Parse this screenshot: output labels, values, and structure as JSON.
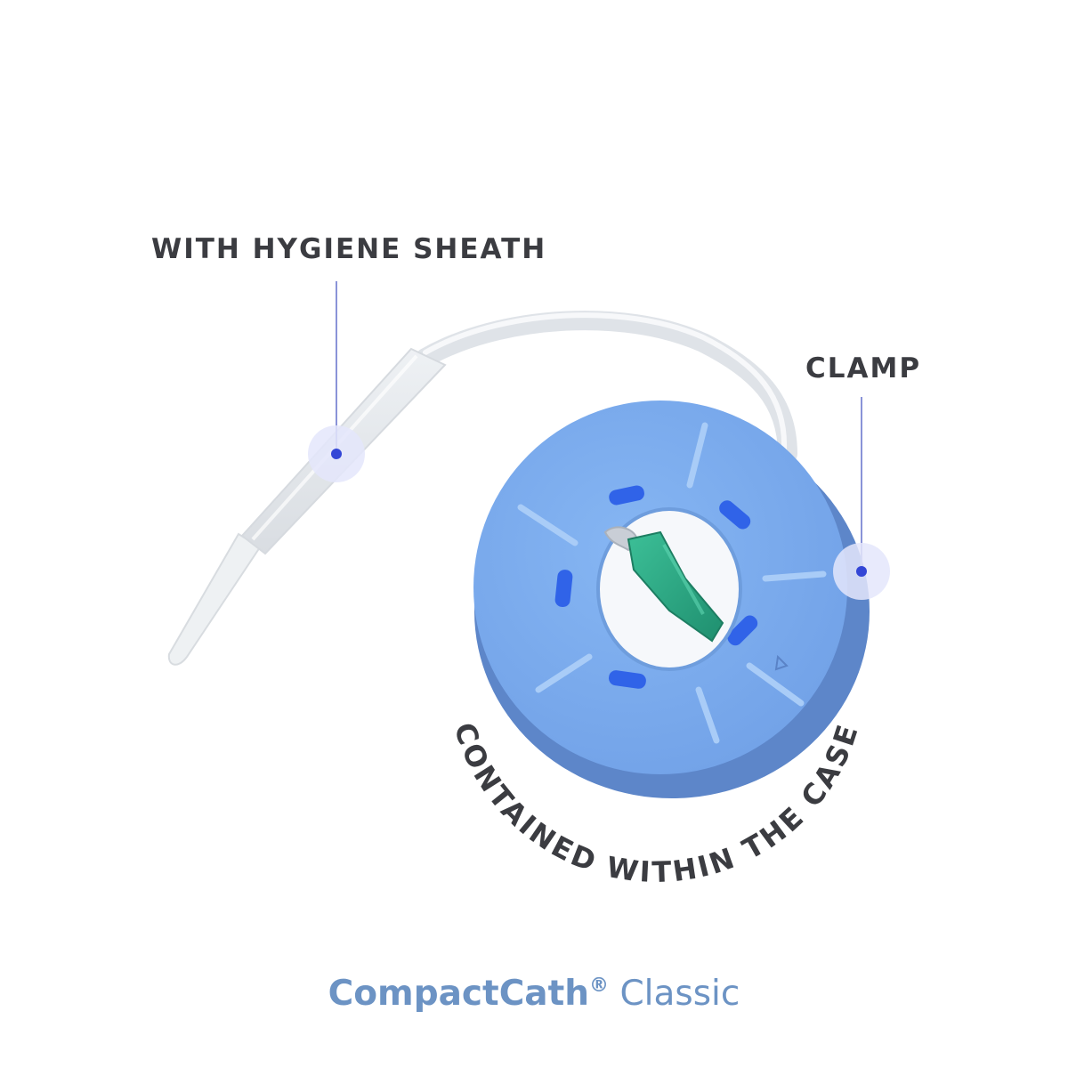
{
  "callouts": {
    "sheath": "WITH HYGIENE SHEATH",
    "clamp": "CLAMP",
    "case": "CONTAINED WITHIN THE CASE"
  },
  "brand": {
    "name": "CompactCath",
    "registered": "®",
    "variant": "Classic"
  },
  "colors": {
    "callout_text": "#3b3c41",
    "brand_text": "#6c93c4",
    "marker_dot": "#3346d6",
    "marker_halo": "#e4e6fb",
    "leader_line": "#8a93d8",
    "case_blue": "#7fb0f0",
    "slot_blue": "#3063e8",
    "connector_green": "#2aa784",
    "sheath_white": "#f1f1f1"
  }
}
